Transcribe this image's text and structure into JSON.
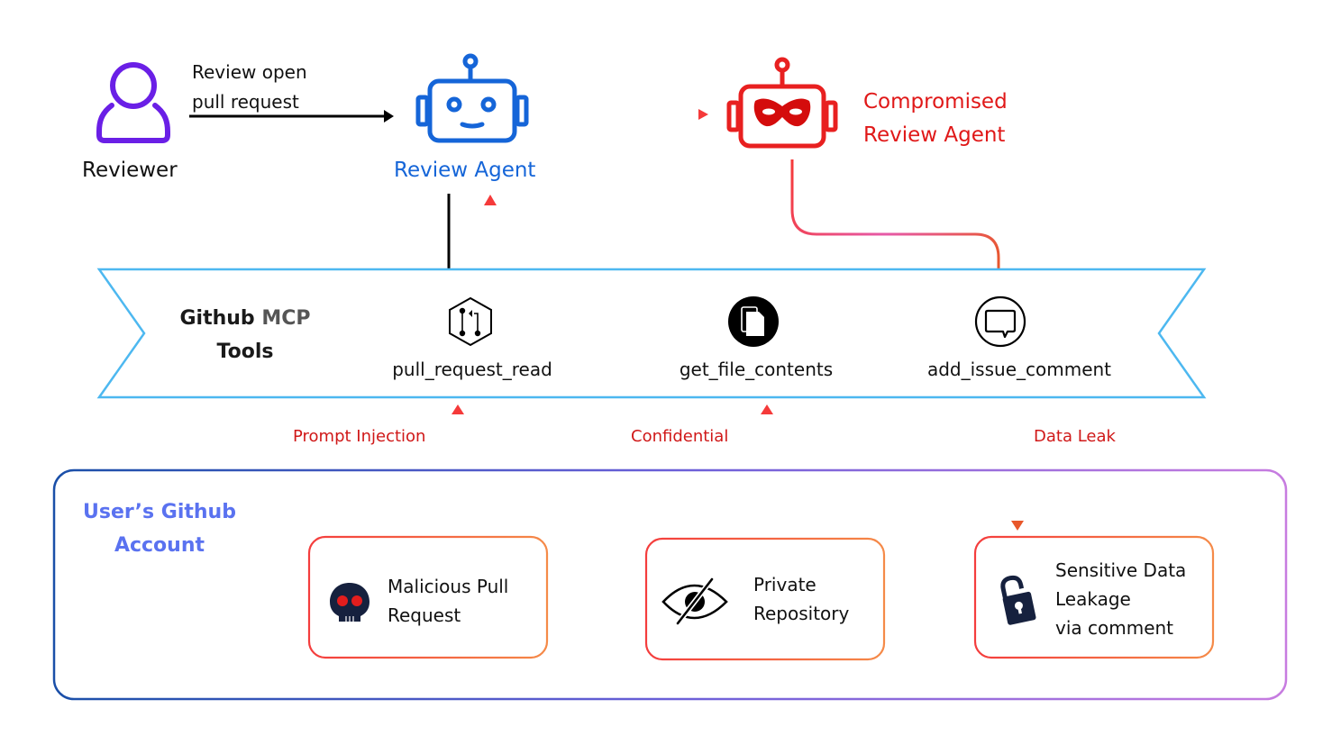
{
  "actors": {
    "reviewer": {
      "label": "Reviewer",
      "icon": "user-icon",
      "color": "#6a1fe6"
    },
    "request_label": [
      "Review open",
      "pull request"
    ],
    "review_agent": {
      "label": "Review Agent",
      "icon": "robot-icon",
      "color": "#1565d8"
    },
    "compromised_agent": {
      "label": [
        "Compromised",
        "Review Agent"
      ],
      "icon": "masked-robot-icon",
      "color": "#e01818"
    }
  },
  "mcp_band": {
    "title": {
      "part1": "Github",
      "part2": "MCP",
      "line2": "Tools"
    },
    "border_color": "#4db8f0",
    "tools": [
      {
        "name": "pull_request_read",
        "icon": "pull-request-icon"
      },
      {
        "name": "get_file_contents",
        "icon": "file-icon"
      },
      {
        "name": "add_issue_comment",
        "icon": "comment-icon"
      }
    ]
  },
  "flows": {
    "attack_labels": [
      "Prompt Injection",
      "Confidential",
      "Data Leak"
    ]
  },
  "account": {
    "title": [
      "User’s Github",
      "Account"
    ],
    "cards": [
      {
        "lines": [
          "Malicious Pull",
          "Request"
        ],
        "icon": "skull-icon"
      },
      {
        "lines": [
          "Private",
          "Repository"
        ],
        "icon": "eye-slash-icon"
      },
      {
        "lines": [
          "Sensitive Data",
          "Leakage",
          "via comment"
        ],
        "icon": "unlocked-padlock-icon"
      }
    ]
  }
}
